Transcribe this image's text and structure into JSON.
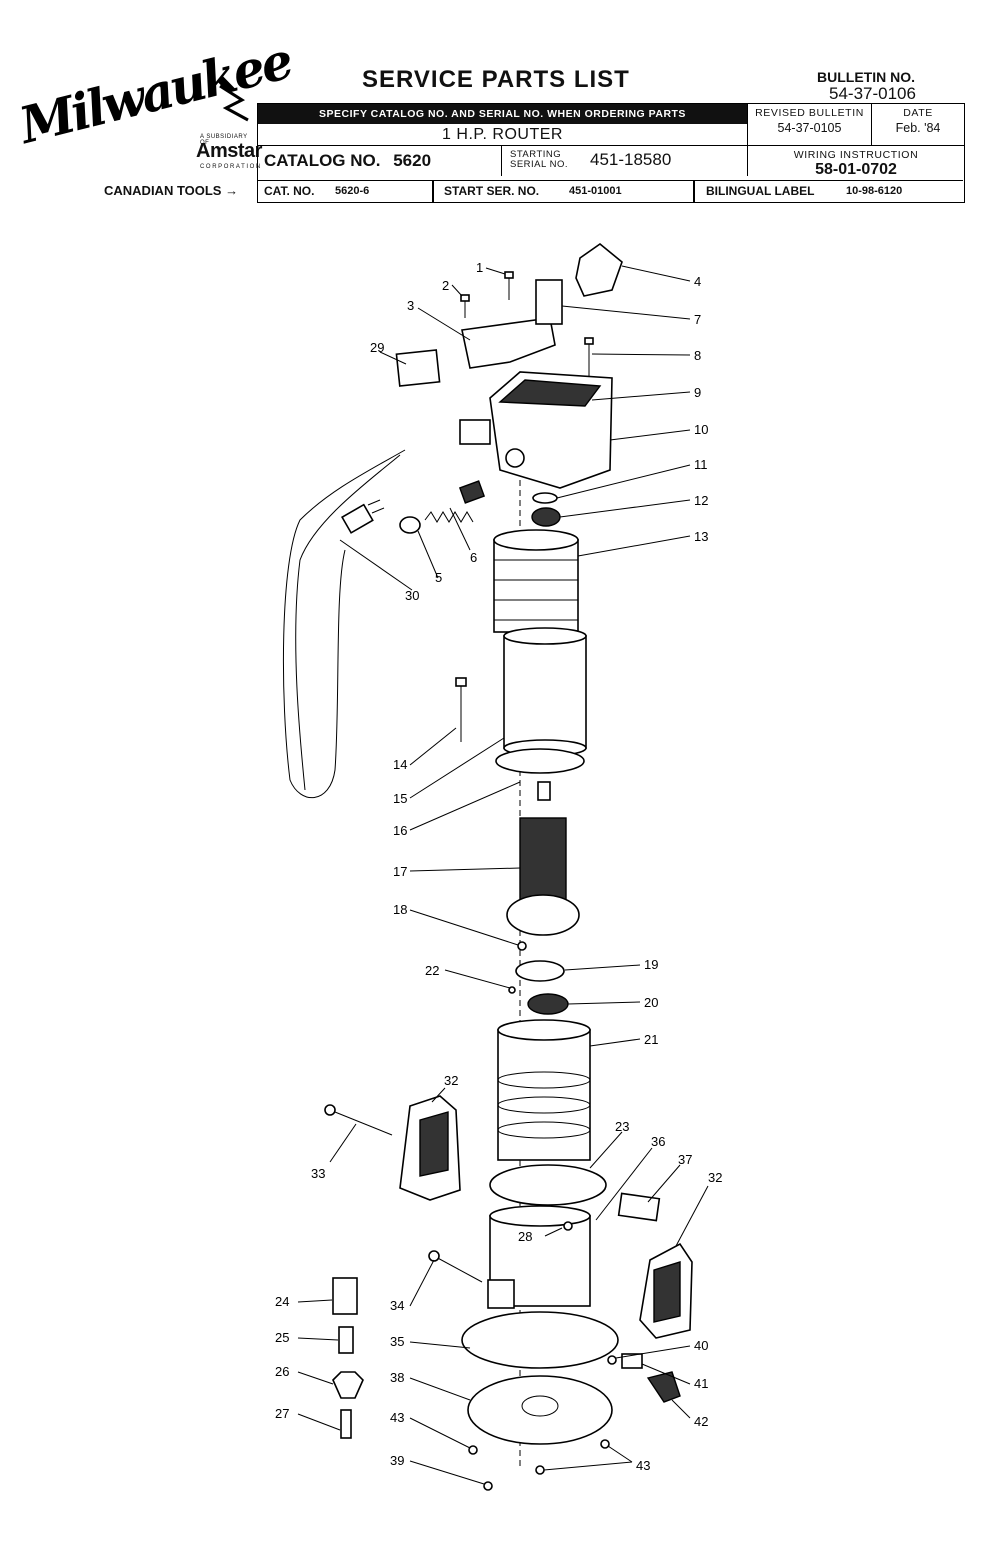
{
  "brand": {
    "script": "Milwaukee",
    "subsidiary": "A SUBSIDIARY OF",
    "parent": "Amstar",
    "corporation": "CORPORATION"
  },
  "title": "SERVICE PARTS LIST",
  "bulletin": {
    "label": "BULLETIN NO.",
    "number": "54-37-0106"
  },
  "specify_note": "SPECIFY CATALOG NO. AND SERIAL NO. WHEN ORDERING PARTS",
  "product": "1 H.P. ROUTER",
  "catalog": {
    "label": "CATALOG NO.",
    "number": "5620"
  },
  "serial": {
    "label_line1": "STARTING",
    "label_line2": "SERIAL NO.",
    "number": "451-18580"
  },
  "revised": {
    "label": "REVISED BULLETIN",
    "number": "54-37-0105"
  },
  "date": {
    "label": "DATE",
    "value": "Feb. '84"
  },
  "wiring": {
    "label": "WIRING INSTRUCTION",
    "number": "58-01-0702"
  },
  "canadian": {
    "label": "CANADIAN TOOLS",
    "arrow": "→",
    "cat_label": "CAT. NO.",
    "cat_no": "5620-6",
    "start_label": "START SER. NO.",
    "start_no": "451-01001",
    "bilingual_label": "BILINGUAL LABEL",
    "bilingual_no": "10-98-6120"
  },
  "callouts": [
    "1",
    "2",
    "3",
    "4",
    "5",
    "6",
    "7",
    "8",
    "9",
    "10",
    "11",
    "12",
    "13",
    "14",
    "15",
    "16",
    "17",
    "18",
    "19",
    "20",
    "21",
    "22",
    "23",
    "24",
    "25",
    "26",
    "27",
    "28",
    "29",
    "30",
    "32",
    "32",
    "33",
    "34",
    "35",
    "36",
    "37",
    "38",
    "39",
    "40",
    "41",
    "42",
    "43",
    "43"
  ]
}
